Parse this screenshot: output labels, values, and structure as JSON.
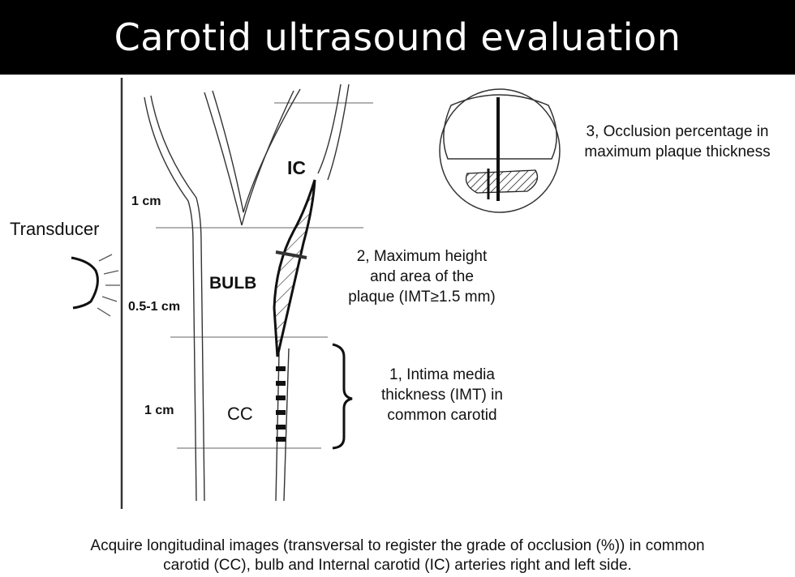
{
  "title": "Carotid ultrasound evaluation",
  "labels": {
    "transducer": "Transducer",
    "ic": "IC",
    "bulb": "BULB",
    "cc": "CC",
    "seg_ic_length": "1 cm",
    "seg_bulb_length": "0.5-1 cm",
    "seg_cc_length": "1 cm"
  },
  "notes": {
    "step1": [
      "1, Intima media",
      "thickness (IMT) in",
      "common carotid"
    ],
    "step2": [
      "2, Maximum height",
      "and area of the",
      "plaque (IMT≥1.5 mm)"
    ],
    "step3": [
      "3, Occlusion percentage in",
      "maximum plaque thickness"
    ]
  },
  "footer": [
    "Acquire longitudinal images (transversal to register the grade of occlusion (%)) in common",
    "carotid (CC), bulb and Internal carotid (IC) arteries right and left side."
  ],
  "colors": {
    "title_bg": "#000000",
    "title_fg": "#ffffff",
    "line": "#222222"
  }
}
